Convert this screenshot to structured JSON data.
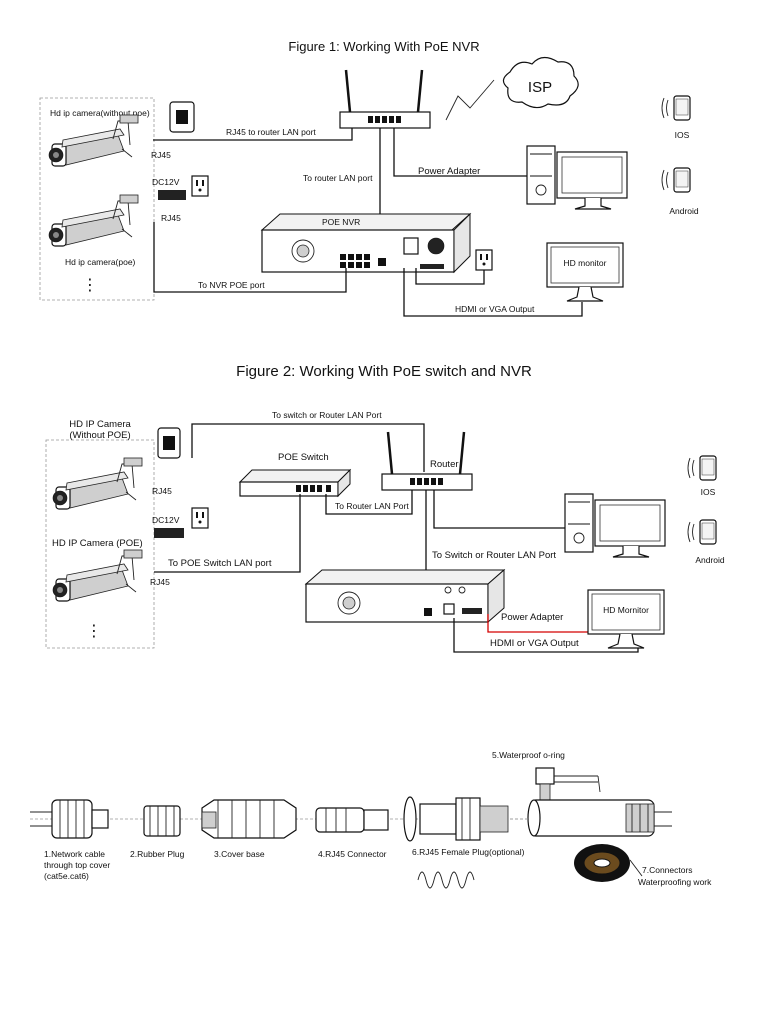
{
  "figure1": {
    "title": "Figure 1: Working With PoE NVR",
    "isp": "ISP",
    "cam_top_label": "Hd ip camera(without poe)",
    "cam_bottom_label": "Hd ip camera(poe)",
    "rj45_a": "RJ45",
    "rj45_b": "RJ45",
    "dc12v": "DC12V",
    "rj45_to_router": "RJ45 to router LAN port",
    "to_router_lan": "To router LAN port",
    "power_adapter": "Power Adapter",
    "poe_nvr": "POE NVR",
    "to_nvr_poe": "To NVR POE port",
    "hdmi_vga": "HDMI or VGA Output",
    "hd_monitor": "HD monitor",
    "ios": "IOS",
    "android": "Android",
    "dots": "⋮"
  },
  "figure2": {
    "title": "Figure 2: Working With PoE switch and NVR",
    "cam_top_label_1": "HD IP Camera",
    "cam_top_label_2": "(Without POE)",
    "cam_bottom_label": "HD IP Camera (POE)",
    "rj45_a": "RJ45",
    "rj45_b": "RJ45",
    "dc12v": "DC12V",
    "to_switch_router_top": "To switch or Router LAN Port",
    "poe_switch": "POE Switch",
    "router": "Router",
    "to_router_lan": "To Router LAN Port",
    "to_poe_switch_lan": "To POE Switch LAN port",
    "to_switch_router_right": "To Switch or Router LAN Port",
    "power_adapter": "Power Adapter",
    "hd_monitor": "HD Mornitor",
    "hdmi_vga": "HDMI or VGA Output",
    "ios": "IOS",
    "android": "Android",
    "dots": "⋮"
  },
  "figure3": {
    "oring": "5.Waterproof o-ring",
    "part1_l1": "1.Network cable",
    "part1_l2": "through top cover",
    "part1_l3": "(cat5e.cat6)",
    "part2": "2.Rubber Plug",
    "part3": "3.Cover base",
    "part4": "4.RJ45 Connector",
    "part6": "6.RJ45 Female Plug(optional)",
    "part7_l1": "7.Connectors",
    "part7_l2": "Waterproofing work"
  },
  "colors": {
    "line": "#111111",
    "power_wire": "#d40000"
  }
}
